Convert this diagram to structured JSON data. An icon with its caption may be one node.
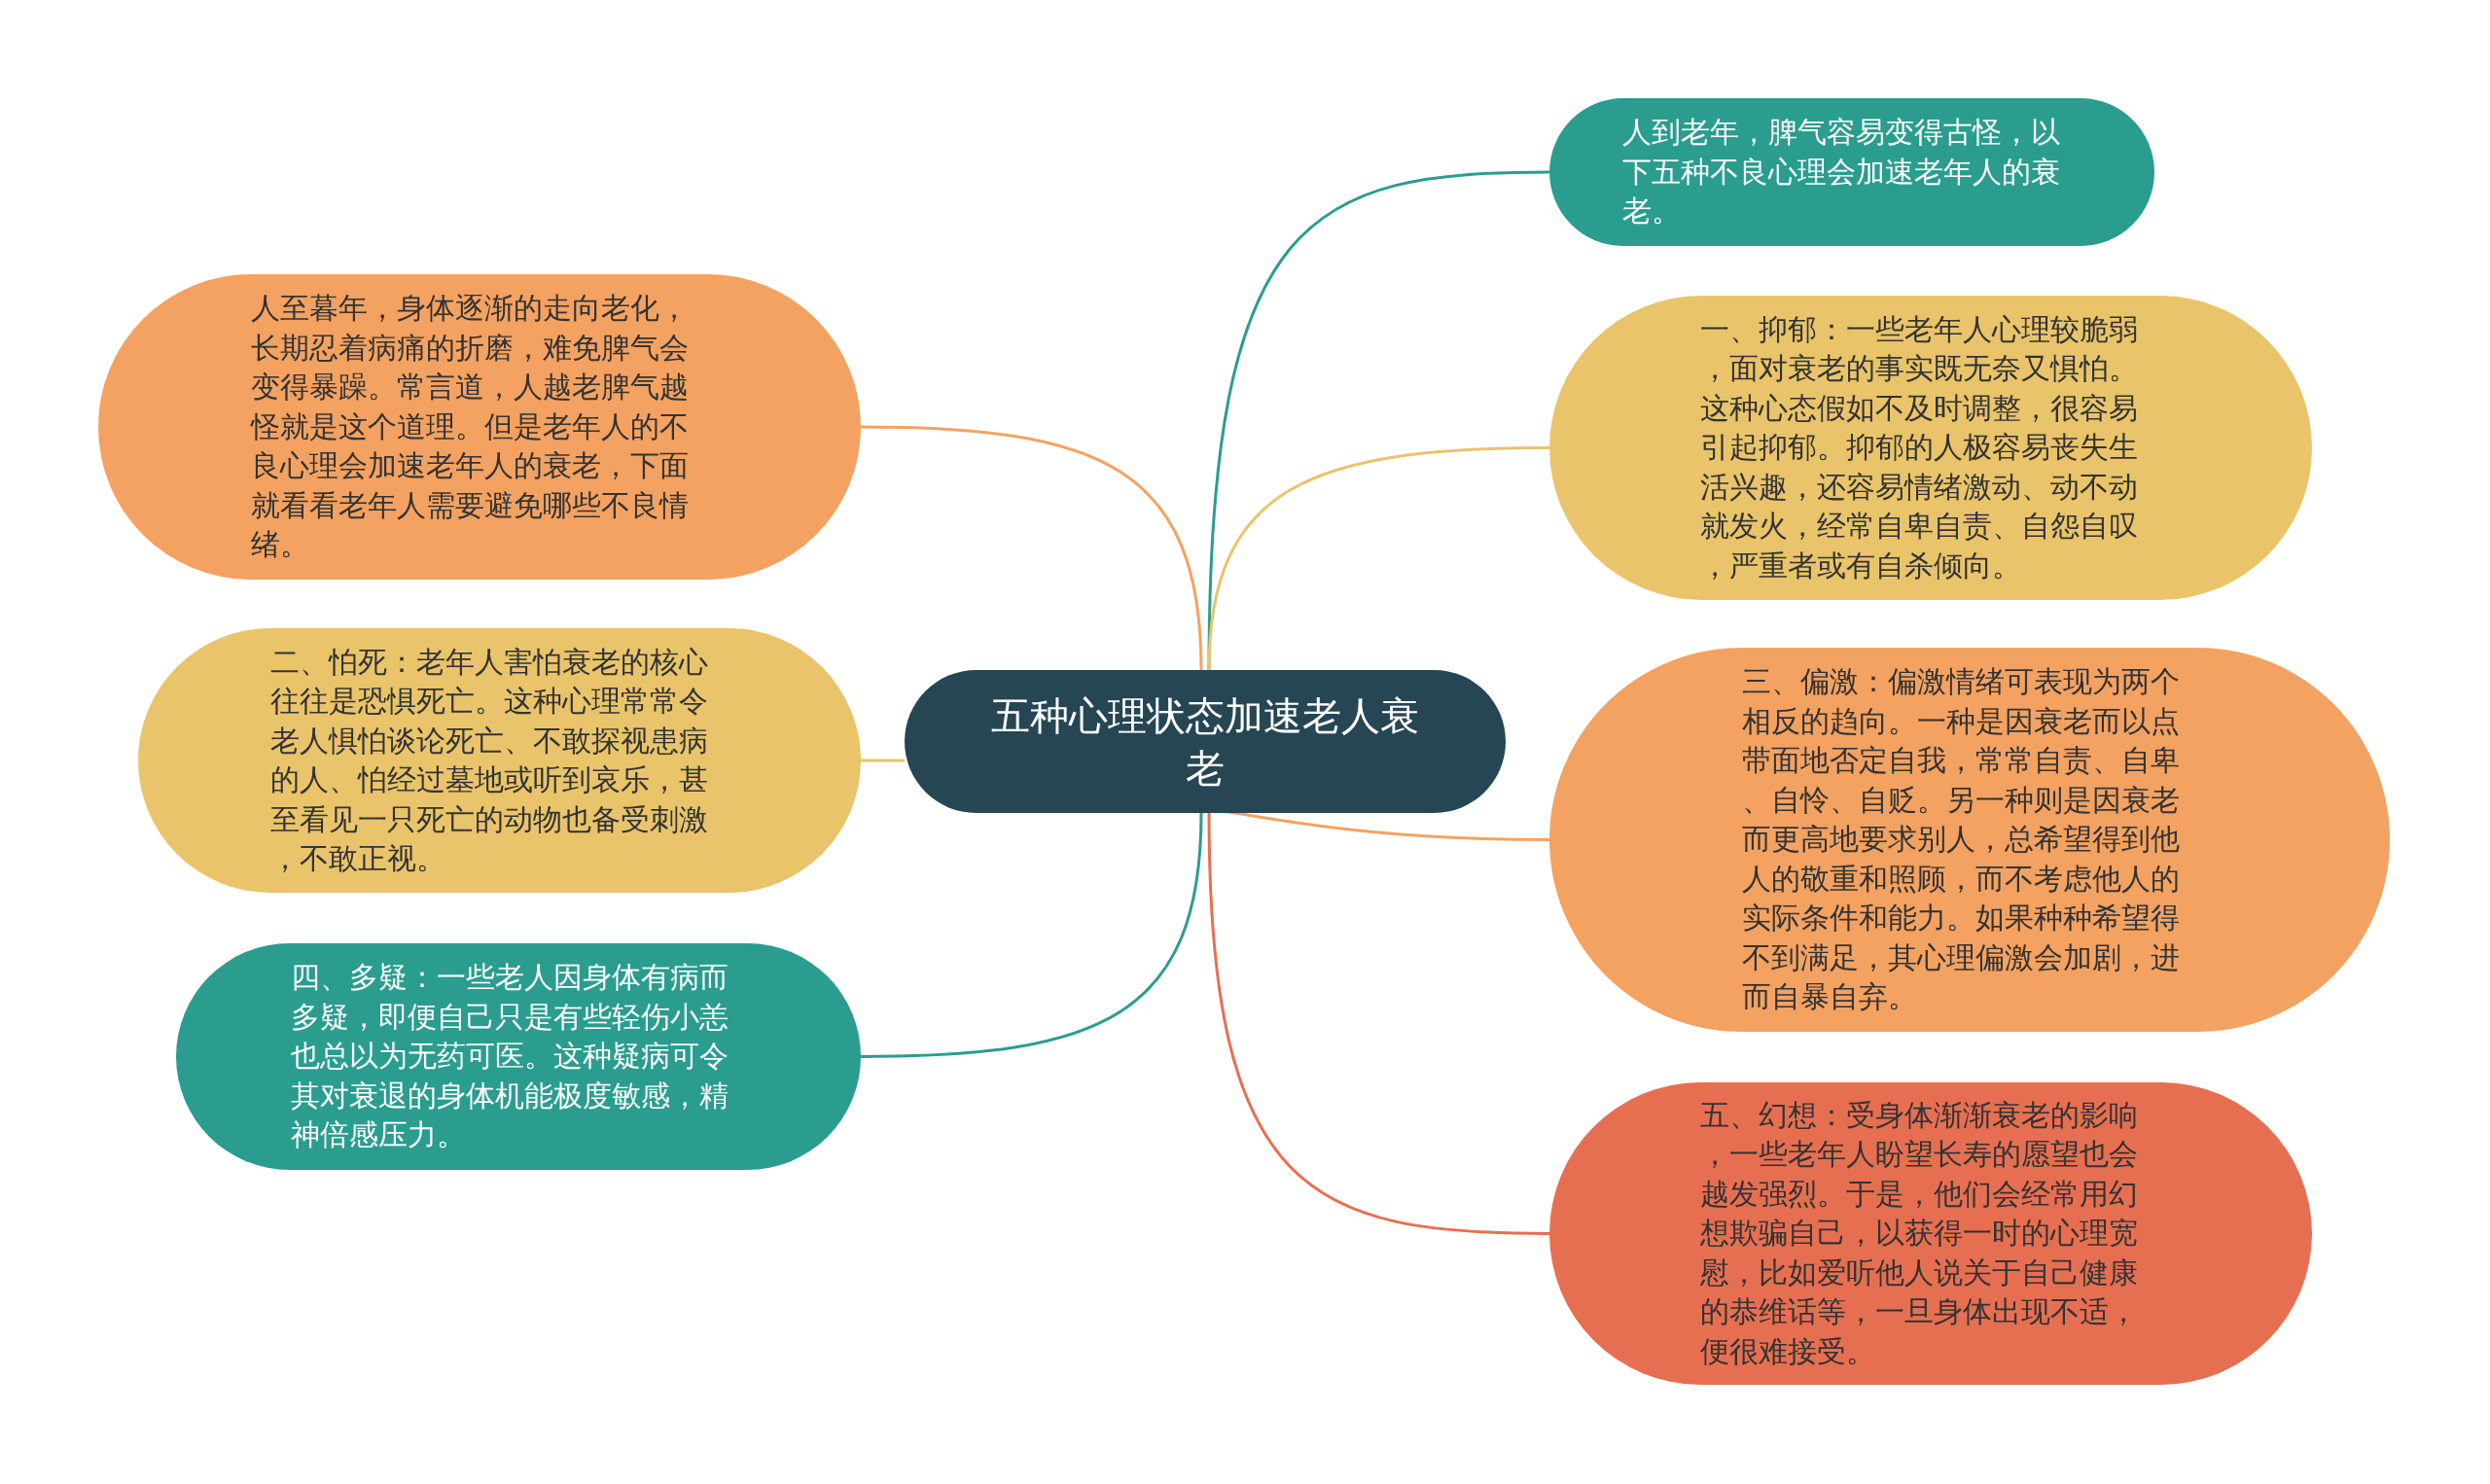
{
  "diagram": {
    "nodes": [
      {
        "text": [
          "五种心理状态加速老人衰老"
        ]
      },
      {
        "text": [
          "人到老年，脾气容易变得古怪，以下五种不良心理会加速老年人的衰老。"
        ]
      },
      {
        "text": [
          "人至暮年，身体逐渐的走向老化，长期忍着病痛的折磨，难免脾气会变得暴躁。常言道，人越老脾气越怪就是这个道理。但是老年人的不良心理会加速老年人的衰老，下面就看看老年人需要避免哪些不良情绪。"
        ]
      },
      {
        "text": [
          "一、抑郁：一些老年人心理较脆弱，面对衰老的事实既无奈又惧怕。这种心态假如不及时调整，很容易引起抑郁。抑郁的人极容易丧失生活兴趣，还容易情绪激动、动不动就发火，经常自卑自责、自怨自叹，严重者或有自杀倾向。"
        ]
      },
      {
        "text": [
          "二、怕死：老年人害怕衰老的核心往往是恐惧死亡。这种心理常常令老人惧怕谈论死亡、不敢探视患病的人、怕经过墓地或听到哀乐，甚至看见一只死亡的动物也备受刺激，不敢正视。"
        ]
      },
      {
        "text": [
          "三、偏激：偏激情绪可表现为两个相反的趋向。一种是因衰老而以点带面地否定自我，常常自责、自卑、自怜、自贬。另一种则是因衰老而更高地要求别人，总希望得到他人的敬重和照顾，而不考虑他人的实际条件和能力。如果种种希望得不到满足，其心理偏激会加剧，进而自暴自弃。"
        ]
      },
      {
        "text": [
          "四、多疑：一些老人因身体有病而多疑，即便自己只是有些轻伤小恙也总以为无药可医。这种疑病可令其对衰退的身体机能极度敏感，精神倍感压力。"
        ]
      },
      {
        "text": [
          "五、幻想：受身体渐渐衰老的影响，一些老年人盼望长寿的愿望也会越发强烈。于是，他们会经常用幻想欺骗自己，以获得一时的心理宽慰，比如爱听他人说关于自己健康的恭维话等，一旦身体出现不适，便很难接受。"
        ]
      }
    ],
    "edges": [
      {
        "from": 0,
        "to": 1,
        "arrow": "none",
        "color": "#2a9d8f"
      },
      {
        "from": 0,
        "to": 2,
        "arrow": "none",
        "color": "#f4a261"
      },
      {
        "from": 0,
        "to": 3,
        "arrow": "none",
        "color": "#e9c46a"
      },
      {
        "from": 0,
        "to": 4,
        "arrow": "none",
        "color": "#e9c46a"
      },
      {
        "from": 0,
        "to": 5,
        "arrow": "none",
        "color": "#f4a261"
      },
      {
        "from": 0,
        "to": 6,
        "arrow": "none",
        "color": "#2a9d8f"
      },
      {
        "from": 0,
        "to": 7,
        "arrow": "none",
        "color": "#e76f51"
      }
    ]
  }
}
